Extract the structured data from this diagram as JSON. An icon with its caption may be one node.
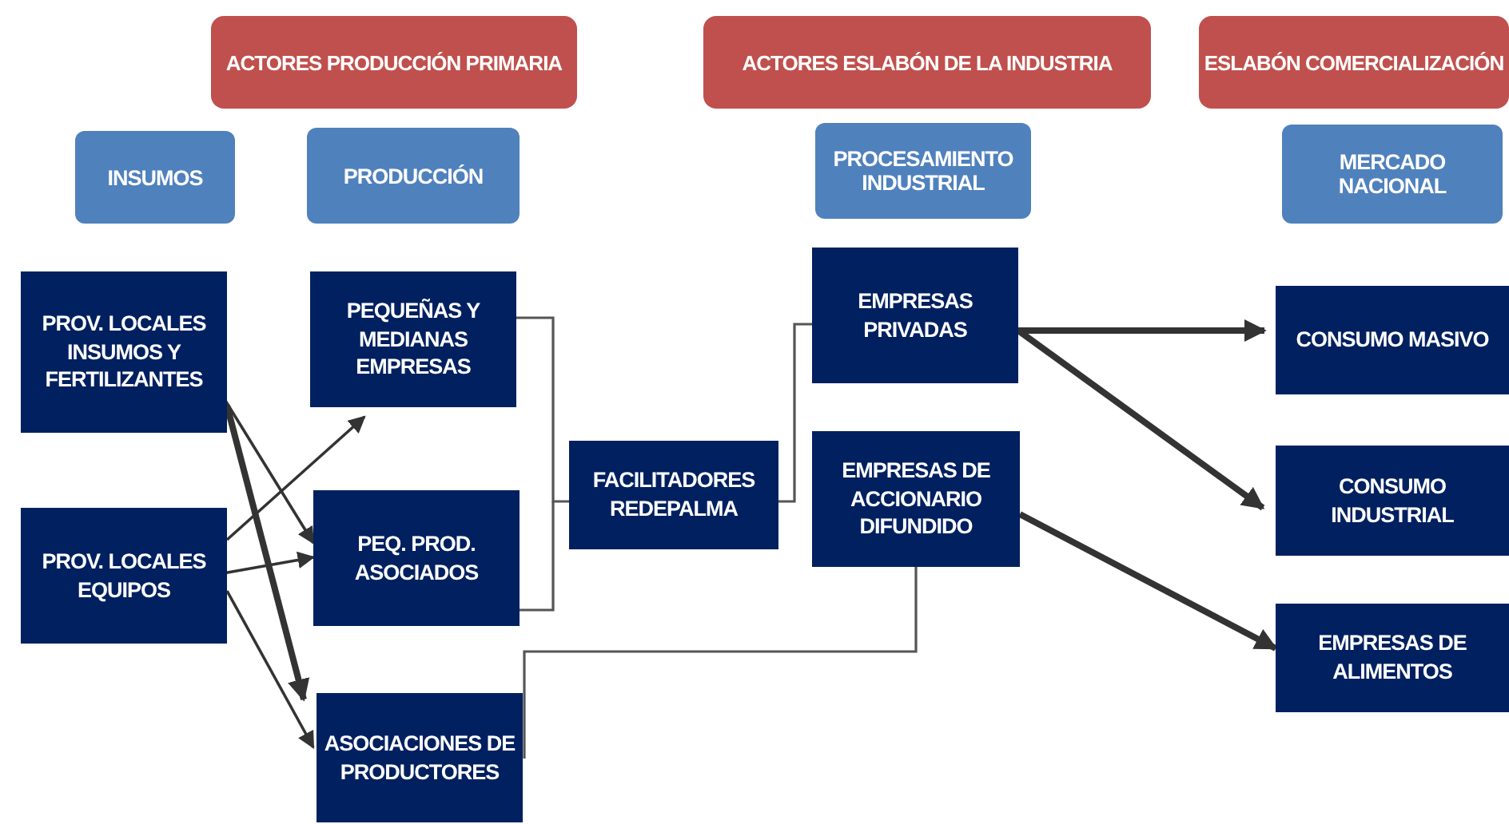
{
  "diagram": {
    "nodes": [
      {
        "text": [
          "ACTORES PRODUCCIÓN PRIMARIA"
        ]
      },
      {
        "text": [
          "ACTORES ESLABÓN DE LA INDUSTRIA"
        ]
      },
      {
        "text": [
          "ESLABÓN COMERCIALIZACIÓN"
        ]
      },
      {
        "text": [
          "INSUMOS"
        ]
      },
      {
        "text": [
          "PRODUCCIÓN"
        ]
      },
      {
        "text": [
          "PROCESAMIENTO INDUSTRIAL"
        ]
      },
      {
        "text": [
          "MERCADO NACIONAL"
        ]
      },
      {
        "text": [
          "PROV. LOCALES INSUMOS Y FERTILIZANTES"
        ]
      },
      {
        "text": [
          "PROV. LOCALES EQUIPOS"
        ]
      },
      {
        "text": [
          "PEQUEÑAS Y MEDIANAS EMPRESAS"
        ]
      },
      {
        "text": [
          "PEQ. PROD. ASOCIADOS"
        ]
      },
      {
        "text": [
          "ASOCIACIONES DE PRODUCTORES"
        ]
      },
      {
        "text": [
          "FACILITADORES REDEPALMA"
        ]
      },
      {
        "text": [
          "EMPRESAS PRIVADAS"
        ]
      },
      {
        "text": [
          "EMPRESAS DE ACCIONARIO DIFUNDIDO"
        ]
      },
      {
        "text": [
          "CONSUMO MASIVO"
        ]
      },
      {
        "text": [
          "CONSUMO INDUSTRIAL"
        ]
      },
      {
        "text": [
          "EMPRESAS DE ALIMENTOS"
        ]
      }
    ],
    "edges": [
      {
        "from": 7,
        "to": 10,
        "arrow": "to"
      },
      {
        "from": 7,
        "to": 11,
        "arrow": "to",
        "style": "thick"
      },
      {
        "from": 8,
        "to": 9,
        "arrow": "to"
      },
      {
        "from": 8,
        "to": 10,
        "arrow": "to"
      },
      {
        "from": 8,
        "to": 11,
        "arrow": "to"
      },
      {
        "from": 9,
        "to": 12,
        "arrow": "none"
      },
      {
        "from": 10,
        "to": 12,
        "arrow": "none"
      },
      {
        "from": 12,
        "to": 13,
        "arrow": "none"
      },
      {
        "from": 14,
        "to": 11,
        "arrow": "none"
      },
      {
        "from": 13,
        "to": 15,
        "arrow": "to",
        "style": "thick"
      },
      {
        "from": 13,
        "to": 16,
        "arrow": "to",
        "style": "thick"
      },
      {
        "from": 14,
        "to": 17,
        "arrow": "to",
        "style": "thick"
      }
    ]
  }
}
